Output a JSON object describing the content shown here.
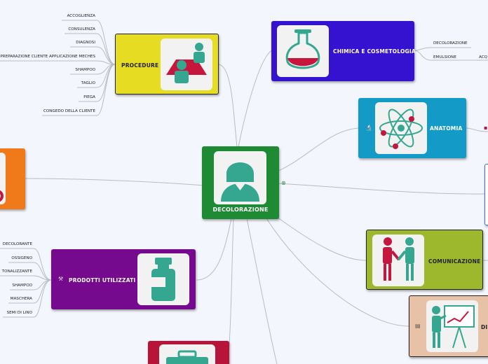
{
  "central": {
    "label": "DECOLORAZIONE"
  },
  "procedure": {
    "label": "PROCEDURE",
    "items": [
      "ACCOGLIENZA",
      "CONSULENZA",
      "DIAGNOSI",
      "PREPARAZIONE CLIENTE APPLICAZIONE MECHES",
      "SHAMPOO",
      "TAGLIO",
      "PIEGA",
      "CONGEDO DELLA CLIENTE"
    ]
  },
  "chimica": {
    "label": "CHIMICA E COSMETOLOGIA",
    "items": [
      "DECOLORAZIONE",
      "EMULSIONE"
    ],
    "extra": "ACQ"
  },
  "anatomia": {
    "label": "ANATOMIA"
  },
  "comunicazione": {
    "label": "COMUNICAZIONE"
  },
  "diritto": {
    "label": "DI"
  },
  "prodotti": {
    "label": "PRODOTTI UTILIZZATI",
    "items": [
      "DECOLORANTE",
      "OSSIGENO",
      "TONALIZZANTE",
      "SHAMPOO",
      "MASCHERA",
      "SEMI DI LINO"
    ]
  },
  "colors": {
    "central": "#1e8a34",
    "procedure": "#e6dd22",
    "chimica": "#3412cf",
    "anatomia": "#139ac6",
    "comunicazione": "#9eb82e",
    "diritto": "#e8c2a6",
    "prodotti": "#760a8e",
    "orange": "#f07a1a",
    "red": "#b8143a",
    "teal": "#35a790",
    "crimson": "#c6163d"
  }
}
